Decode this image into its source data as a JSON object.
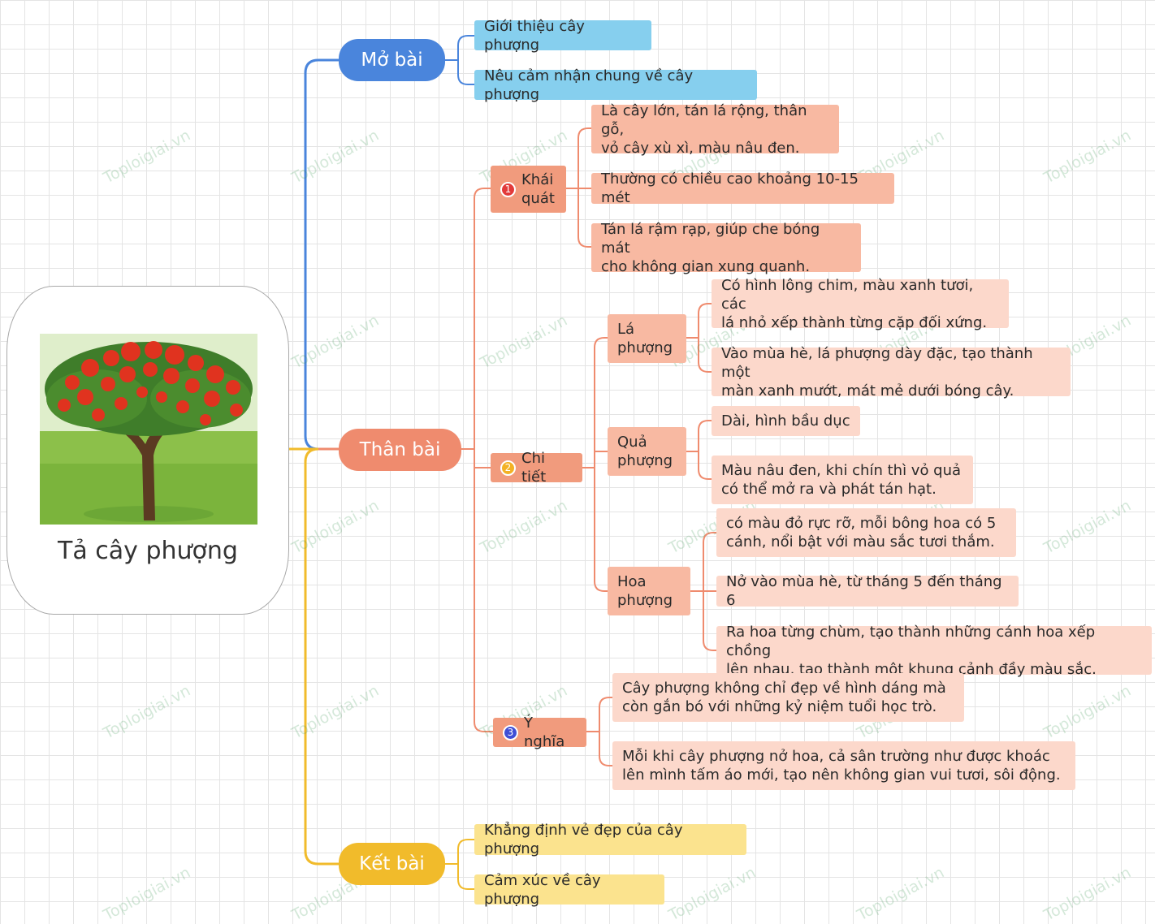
{
  "root": {
    "title": "Tả cây phượng",
    "image": "tree-illustration"
  },
  "colors": {
    "blue": "#4a85dc",
    "leaf_blue": "#86cfee",
    "orange": "#ef8b6e",
    "leaf_orange": "#f8b9a2",
    "leaf_light": "#fcd8cb",
    "yellow": "#f1bb2b",
    "leaf_yellow": "#fbe38e"
  },
  "watermark": "Toploigiai.vn",
  "mo_bai": {
    "label": "Mở bài",
    "items": [
      "Giới thiệu cây phượng",
      "Nêu cảm nhận chung về cây phượng"
    ]
  },
  "than_bai": {
    "label": "Thân bài",
    "khai_quat": {
      "number": "1",
      "label": "Khái\nquát",
      "items": [
        "Là cây lớn, tán lá rộng, thân gỗ,\nvỏ cây xù xì, màu nâu đen.",
        "Thường có chiều cao khoảng 10-15 mét",
        "Tán lá rậm rạp, giúp che bóng mát\ncho không gian xung quanh."
      ]
    },
    "chi_tiet": {
      "number": "2",
      "label": "Chi tiết",
      "la": {
        "label": "Lá\nphượng",
        "items": [
          "Có hình lông chim, màu xanh tươi, các\nlá nhỏ xếp thành từng cặp đối xứng.",
          "Vào mùa hè, lá phượng dày đặc, tạo thành một\nmàn xanh mướt, mát mẻ dưới bóng cây."
        ]
      },
      "qua": {
        "label": "Quả\nphượng",
        "items": [
          "Dài, hình bầu dục",
          "Màu nâu đen, khi chín thì vỏ quả\ncó thể mở ra và phát tán hạt."
        ]
      },
      "hoa": {
        "label": "Hoa\nphượng",
        "items": [
          "có màu đỏ rực rỡ, mỗi bông hoa có 5\ncánh, nổi bật với màu sắc tươi thắm.",
          "Nở vào mùa hè, từ tháng 5 đến tháng 6",
          "Ra hoa từng chùm, tạo thành những cánh hoa xếp chồng\nlên nhau, tạo thành một khung cảnh đầy màu sắc."
        ]
      }
    },
    "y_nghia": {
      "number": "3",
      "label": "Ý nghĩa",
      "items": [
        "Cây phượng không chỉ đẹp về hình dáng mà\ncòn gắn bó với những kỷ niệm tuổi học trò.",
        "Mỗi khi cây phượng nở hoa, cả sân trường như được khoác\nlên mình tấm áo mới, tạo nên không gian vui tươi, sôi động."
      ]
    }
  },
  "ket_bai": {
    "label": "Kết bài",
    "items": [
      "Khẳng định vẻ đẹp của cây phượng",
      "Cảm xúc về cây phượng"
    ]
  }
}
